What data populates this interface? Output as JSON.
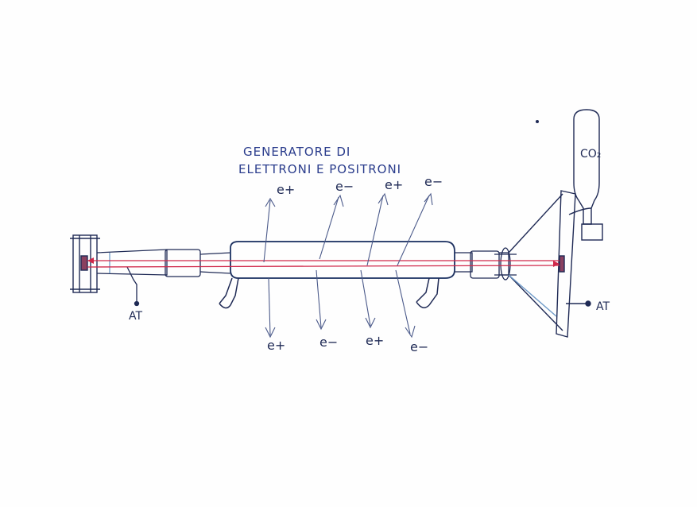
{
  "title": {
    "line1": "GENERATORE DI",
    "line2": "ELETTRONI E POSITRONI"
  },
  "labels": {
    "gas_bottle": "CO₂",
    "at_left": "AT",
    "at_right": "AT"
  },
  "particles_top": [
    "e+",
    "e−",
    "e+",
    "e−"
  ],
  "particles_bottom": [
    "e+",
    "e−",
    "e+",
    "e−"
  ],
  "colors": {
    "ink": "#1f2a55",
    "tube": "#6f9bc9",
    "beam": "#d0284a",
    "paper": "#fefefe"
  }
}
